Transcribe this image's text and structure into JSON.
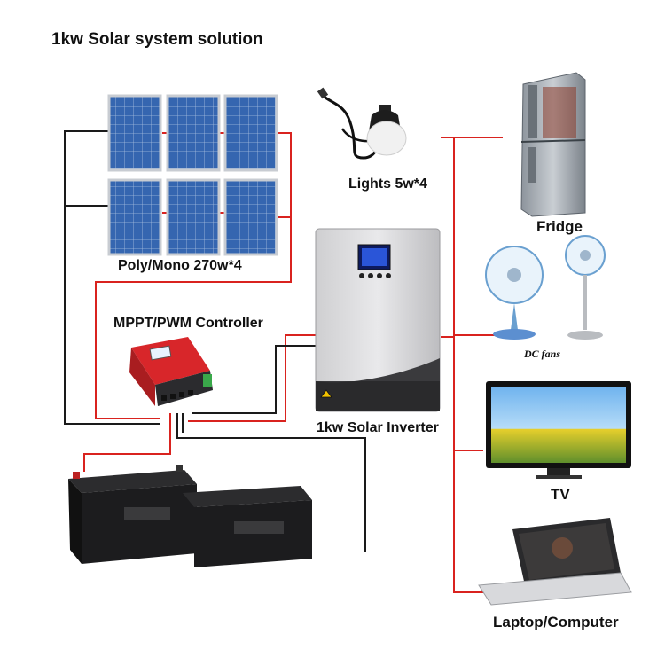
{
  "title": "1kw Solar system solution",
  "labels": {
    "panels": "Poly/Mono 270w*4",
    "controller": "MPPT/PWM Controller",
    "lights": "Lights 5w*4",
    "inverter": "1kw Solar Inverter",
    "fridge": "Fridge",
    "fans": "DC fans",
    "tv": "TV",
    "laptop": "Laptop/Computer"
  },
  "colors": {
    "wire_positive": "#d9231f",
    "wire_negative": "#1a1a1a",
    "panel_blue": "#2f5fa8",
    "battery": "#1c1c1e",
    "controller_red": "#d8262a"
  },
  "icons": {
    "panels": "solar-panel-icon",
    "controller": "charge-controller-icon",
    "inverter": "inverter-icon",
    "battery": "battery-icon",
    "lights": "light-bulb-icon",
    "fridge": "fridge-icon",
    "fans": "fan-icon",
    "tv": "tv-icon",
    "laptop": "laptop-icon"
  }
}
